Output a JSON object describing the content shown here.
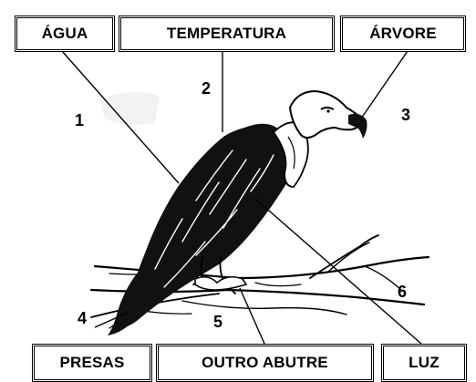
{
  "labels": {
    "top": [
      "ÁGUA",
      "TEMPERATURA",
      "ÁRVORE"
    ],
    "bottom": [
      "PRESAS",
      "OUTRO ABUTRE",
      "LUZ"
    ]
  },
  "numbers": [
    "1",
    "2",
    "3",
    "4",
    "5",
    "6"
  ],
  "colors": {
    "ink": "#000000",
    "background": "#ffffff"
  }
}
